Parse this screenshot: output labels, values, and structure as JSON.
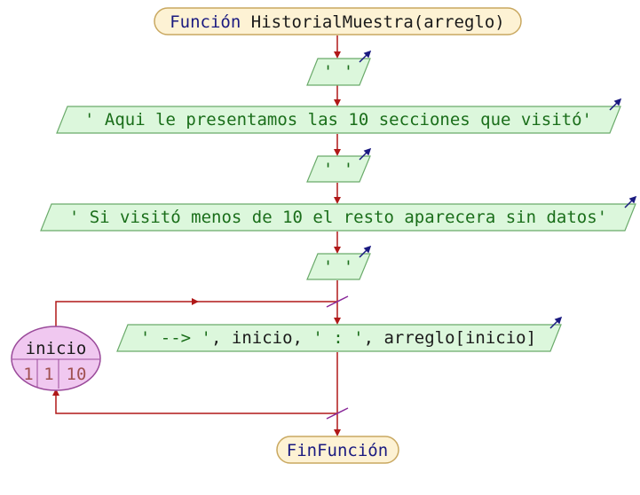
{
  "function_header": {
    "keyword": "Función",
    "rest": "HistorialMuestra(arreglo)"
  },
  "outputs": [
    {
      "text": "' '"
    },
    {
      "text": "' Aqui le presentamos las 10 secciones que visitó'"
    },
    {
      "text": "' '"
    },
    {
      "text": "' Si visitó menos de 10 el resto aparecera sin datos'"
    },
    {
      "text": "' '"
    }
  ],
  "loop": {
    "variable": "inicio",
    "start": "1",
    "step": "1",
    "end": "10",
    "body": {
      "part1": "' --> '",
      "part2": ", inicio, ",
      "part3": "' : '",
      "part4": ", arreglo[inicio]"
    }
  },
  "function_end": {
    "text": "FinFunción"
  },
  "colors": {
    "flow_line": "#b01818",
    "terminal_fill": "#fdf2d4",
    "terminal_stroke": "#c9a860",
    "output_fill": "#dcf7dc",
    "output_stroke": "#6aaa6a",
    "loop_fill": "#f0c8f0",
    "loop_stroke": "#9a4a9a",
    "output_arrow": "#1a1a80",
    "loop_tick": "#8a2a9a"
  }
}
